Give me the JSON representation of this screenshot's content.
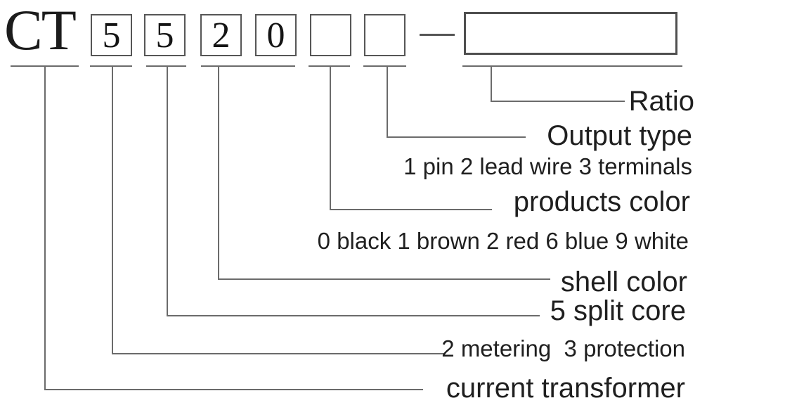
{
  "diagram": {
    "kind": "part-number-breakdown",
    "code": {
      "prefix": "CT",
      "boxes": [
        {
          "value": "5"
        },
        {
          "value": "5"
        },
        {
          "value": "2"
        },
        {
          "value": "0"
        },
        {
          "value": ""
        },
        {
          "value": ""
        }
      ],
      "separator": "—",
      "ratio_value": ""
    },
    "labels": {
      "ratio": "Ratio",
      "output_type": "Output type",
      "output_type_options": "1 pin 2 lead wire 3 terminals",
      "products_color": "products color",
      "products_color_options": "0 black 1 brown 2 red 6 blue 9 white",
      "shell_color": "shell color",
      "split_core": "5 split core",
      "metering_options": "2 metering  3 protection",
      "current_transformer": "current transformer"
    },
    "colors": {
      "background": "#ffffff",
      "text": "#1f1f1f",
      "connector_line": "#6b6b6b",
      "box_border": "#565656"
    }
  }
}
